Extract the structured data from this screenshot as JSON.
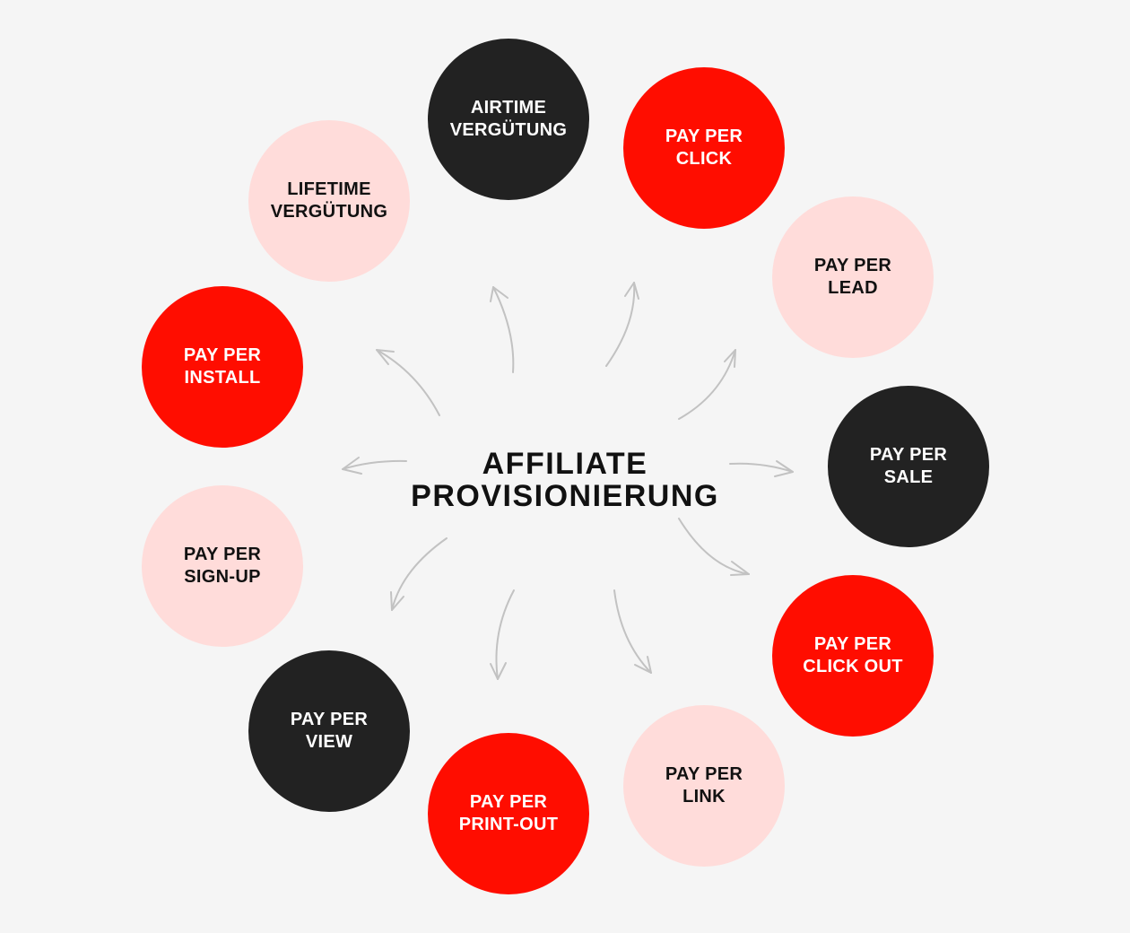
{
  "center": {
    "line1": "AFFILIATE",
    "line2": "PROVISIONIERUNG"
  },
  "colors": {
    "dark": "#222222",
    "red": "#ff0d00",
    "pink": "#ffdcda",
    "arrow": "#c2c2c2",
    "background": "#f5f5f5"
  },
  "models": [
    {
      "id": "airtime",
      "line1": "AIRTIME",
      "line2": "VERGÜTUNG",
      "style": "dark"
    },
    {
      "id": "click",
      "line1": "PAY PER",
      "line2": "CLICK",
      "style": "red"
    },
    {
      "id": "lead",
      "line1": "PAY PER",
      "line2": "LEAD",
      "style": "pink"
    },
    {
      "id": "sale",
      "line1": "PAY PER",
      "line2": "SALE",
      "style": "dark"
    },
    {
      "id": "click-out",
      "line1": "PAY PER",
      "line2": "CLICK OUT",
      "style": "red"
    },
    {
      "id": "link",
      "line1": "PAY PER",
      "line2": "LINK",
      "style": "pink"
    },
    {
      "id": "print-out",
      "line1": "PAY PER",
      "line2": "PRINT-OUT",
      "style": "red"
    },
    {
      "id": "view",
      "line1": "PAY PER",
      "line2": "VIEW",
      "style": "dark"
    },
    {
      "id": "sign-up",
      "line1": "PAY PER",
      "line2": "SIGN-UP",
      "style": "pink"
    },
    {
      "id": "install",
      "line1": "PAY PER",
      "line2": "INSTALL",
      "style": "red"
    },
    {
      "id": "lifetime",
      "line1": "LIFETIME",
      "line2": "VERGÜTUNG",
      "style": "pink"
    }
  ]
}
